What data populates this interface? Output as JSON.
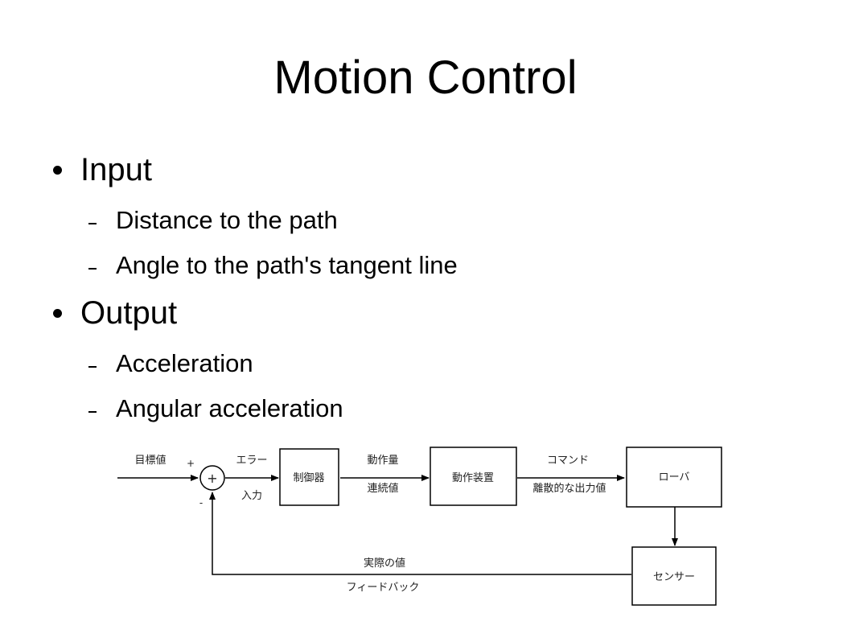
{
  "slide": {
    "title": "Motion Control",
    "sections": [
      {
        "heading": "Input",
        "items": [
          "Distance to the path",
          "Angle to the path's tangent line"
        ]
      },
      {
        "heading": "Output",
        "items": [
          "Acceleration",
          "Angular acceleration"
        ]
      }
    ]
  },
  "diagram": {
    "input_label": "目標値",
    "plus_sign": "+",
    "minus_sign": "-",
    "summing_symbol": "+",
    "error_label_top": "エラー",
    "error_label_bottom": "入力",
    "controller": "制御器",
    "signal1_top": "動作量",
    "signal1_bottom": "連続値",
    "actuator": "動作装置",
    "signal2_top": "コマンド",
    "signal2_bottom": "離散的な出力値",
    "rover": "ローバ",
    "sensor": "センサー",
    "feedback_top": "実際の値",
    "feedback_bottom": "フィードバック"
  }
}
